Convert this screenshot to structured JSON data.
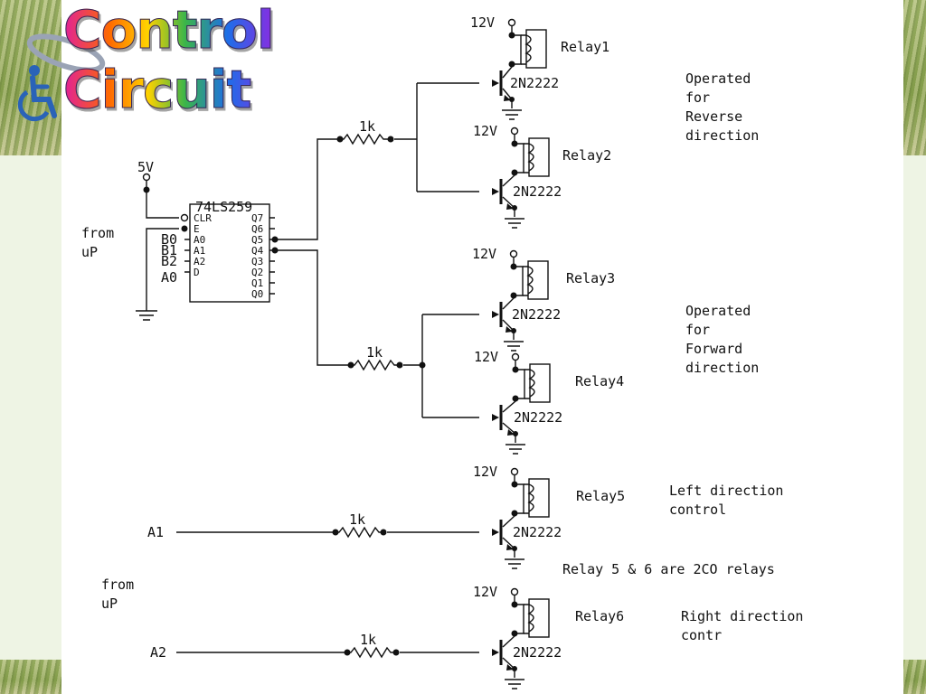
{
  "slide": {
    "title_line1": "Control",
    "title_line2": "Circuit"
  },
  "circuit": {
    "supply_5v": "5V",
    "ic_name": "74LS259",
    "ic_left_pins": [
      "CLR",
      "E",
      "A0",
      "A1",
      "A2",
      "D"
    ],
    "ic_right_pins": [
      "Q7",
      "Q6",
      "Q5",
      "Q4",
      "Q3",
      "Q2",
      "Q1",
      "Q0"
    ],
    "input_labels": [
      "B0",
      "B1",
      "B2",
      "A0"
    ],
    "from_up_top": [
      "from",
      "uP"
    ],
    "from_up_bottom": [
      "from",
      "uP"
    ],
    "supply_12v": "12V",
    "resistor": "1k",
    "transistor": "2N2222",
    "relays": [
      "Relay1",
      "Relay2",
      "Relay3",
      "Relay4",
      "Relay5",
      "Relay6"
    ],
    "note_reverse": [
      "Operated",
      "for",
      "Reverse",
      "direction"
    ],
    "note_forward": [
      "Operated",
      "for",
      "Forward",
      "direction"
    ],
    "note_left": [
      "Left direction",
      "control"
    ],
    "note_right": [
      "Right direction",
      "contr"
    ],
    "note_2co": "Relay 5 & 6 are 2CO relays",
    "input_a1": "A1",
    "input_a2": "A2"
  }
}
